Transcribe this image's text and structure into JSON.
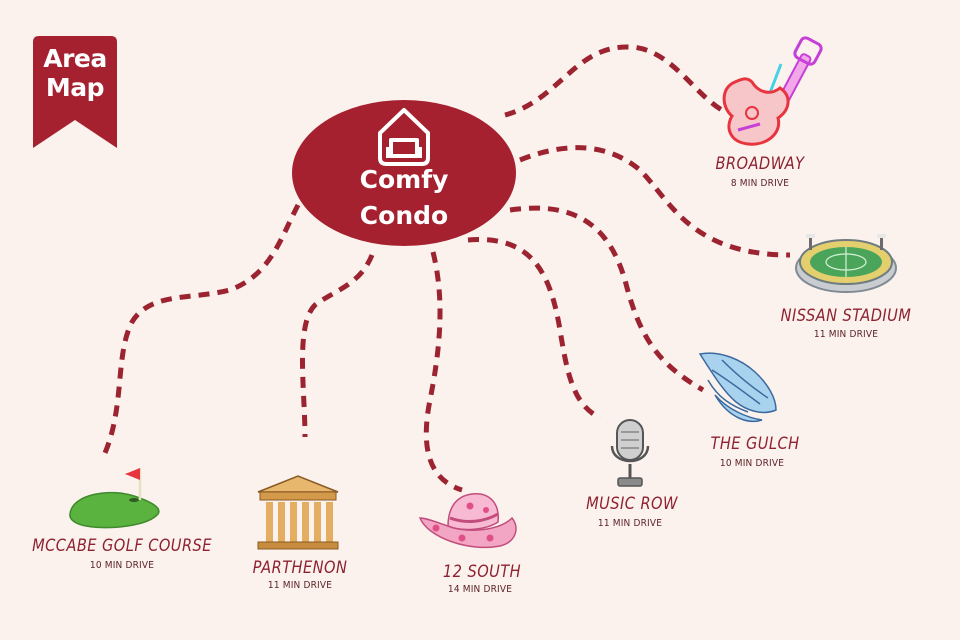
{
  "banner": {
    "line1": "Area",
    "line2": "Map"
  },
  "hub": {
    "line1": "Comfy",
    "line2": "Condo",
    "icon": "house-with-armchair-icon"
  },
  "colors": {
    "background": "#fbf2ee",
    "accent": "#a6212f",
    "path": "#9b2430",
    "label": "#8e2230"
  },
  "destinations": [
    {
      "id": "broadway",
      "name": "BROADWAY",
      "drive": "8 MIN DRIVE",
      "icon": "neon-guitar-icon"
    },
    {
      "id": "nissan-stadium",
      "name": "NISSAN STADIUM",
      "drive": "11 MIN DRIVE",
      "icon": "stadium-icon"
    },
    {
      "id": "the-gulch",
      "name": "THE GULCH",
      "drive": "10 MIN DRIVE",
      "icon": "angel-wings-icon"
    },
    {
      "id": "music-row",
      "name": "MUSIC ROW",
      "drive": "11 MIN DRIVE",
      "icon": "microphone-icon"
    },
    {
      "id": "12-south",
      "name": "12 SOUTH",
      "drive": "14 MIN DRIVE",
      "icon": "cowboy-hat-icon"
    },
    {
      "id": "parthenon",
      "name": "PARTHENON",
      "drive": "11 MIN DRIVE",
      "icon": "parthenon-icon"
    },
    {
      "id": "mccabe-golf-course",
      "name": "MCCABE GOLF COURSE",
      "drive": "10 MIN DRIVE",
      "icon": "golf-green-icon"
    }
  ]
}
